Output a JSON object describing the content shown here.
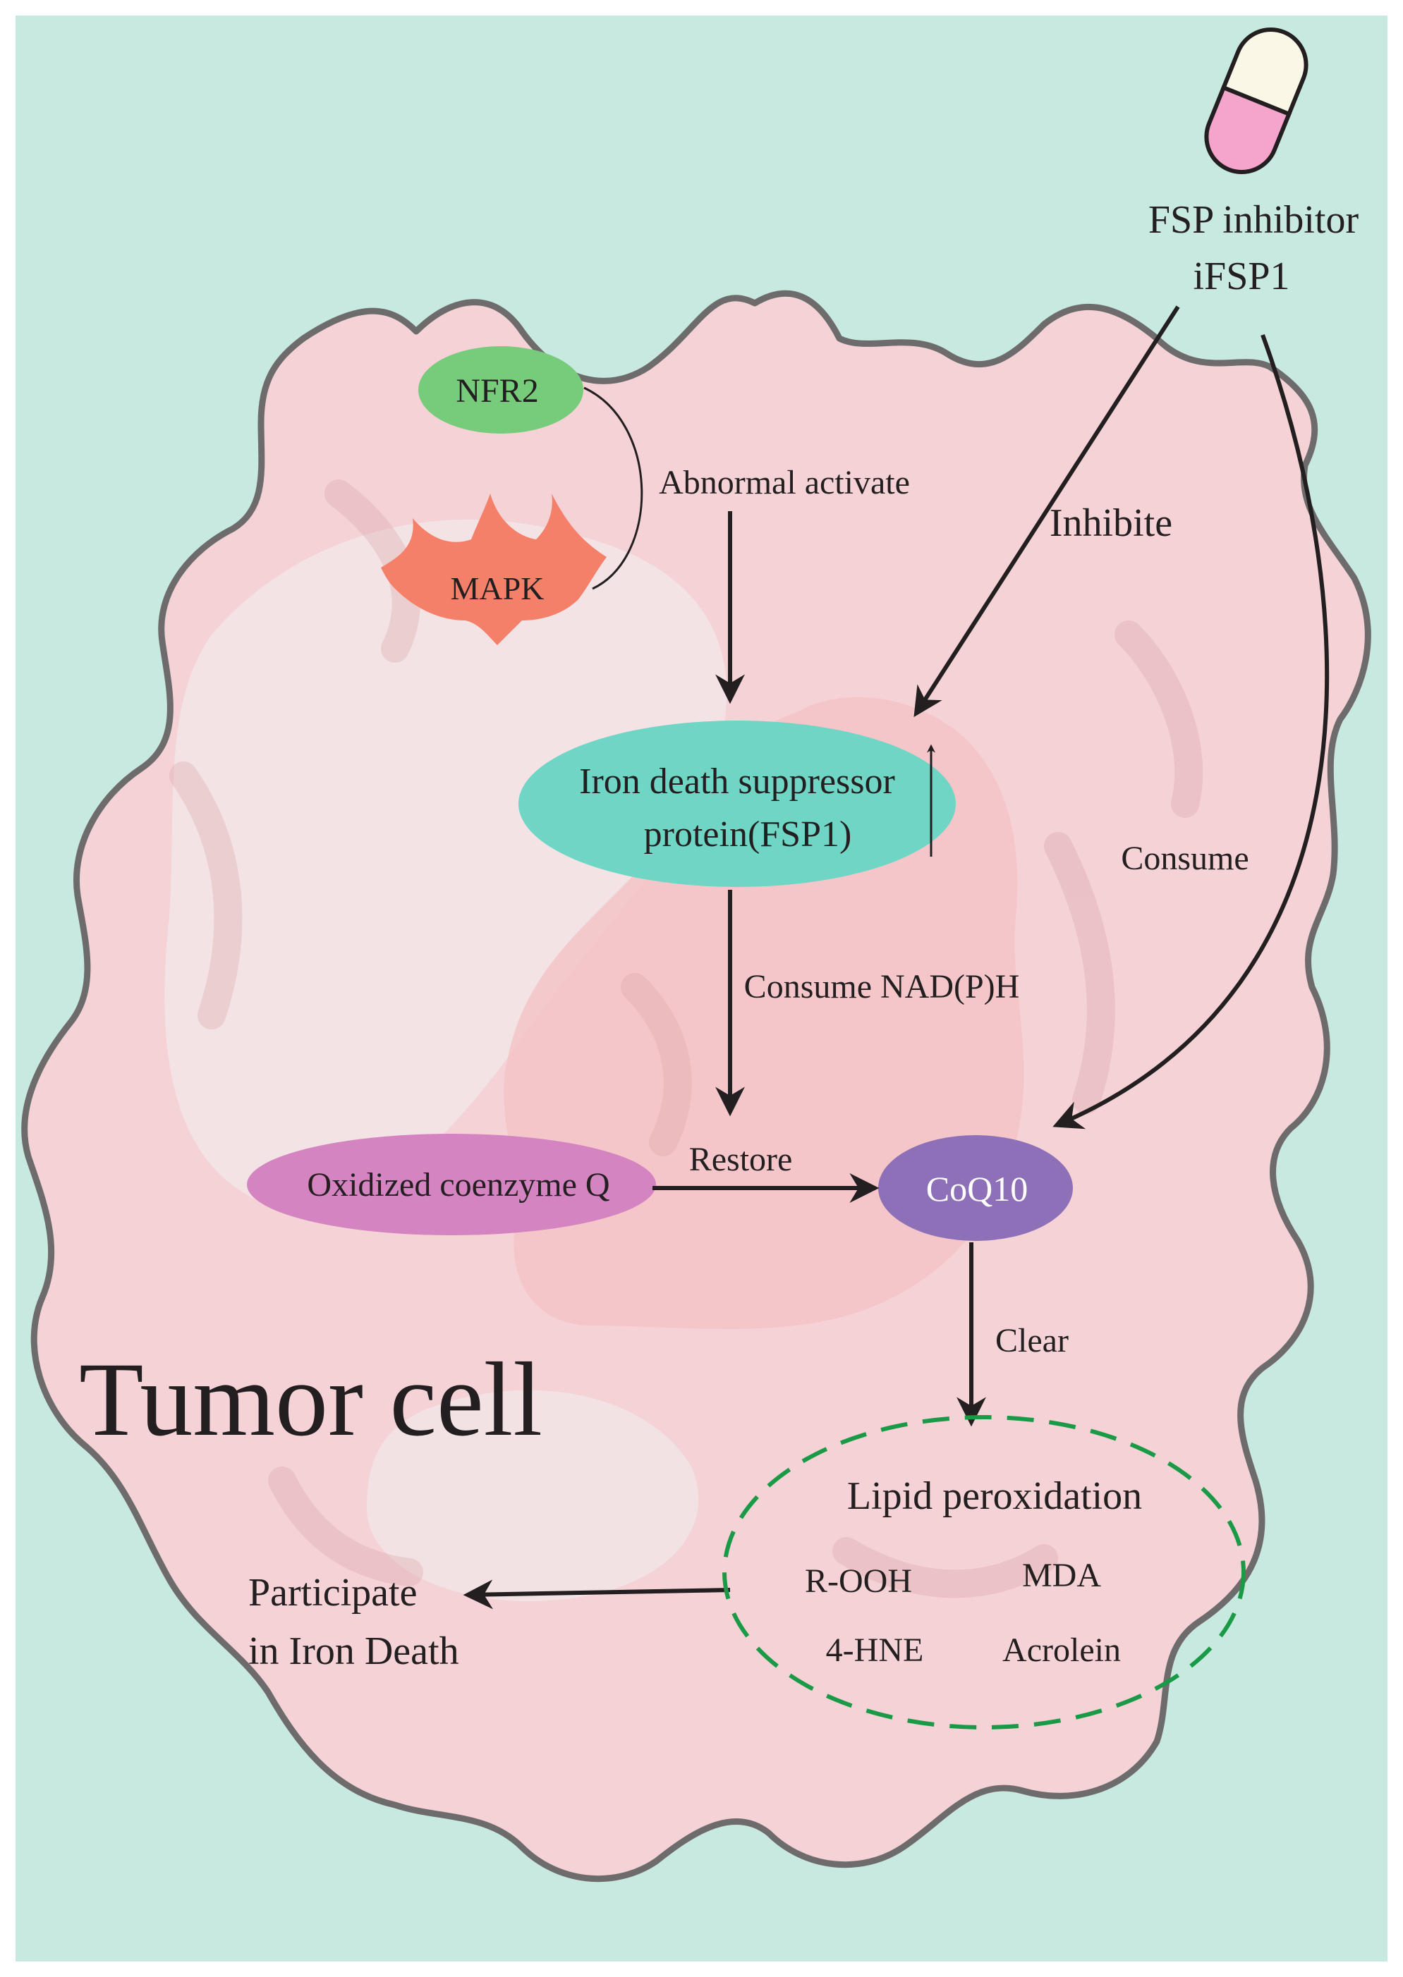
{
  "colors": {
    "background": "#c8e9e0",
    "cell_membrane": "#f4d2d5",
    "cell_outline": "#6d6b6b",
    "inner_region": "#f3c4c8",
    "light_region": "#f2e6e7",
    "nfr2": "#76cc7a",
    "mapk": "#f5806a",
    "fsp1": "#6fd6c5",
    "oxidized_q": "#d484c1",
    "coq10": "#8d70b8",
    "lipid_ring": "#1a9a46",
    "pill_top": "#fbf7e6",
    "pill_bottom": "#f5a5cc",
    "arrow": "#231f20"
  },
  "drug": {
    "icon": "pill-icon",
    "line1": "FSP inhibitor",
    "line2": "iFSP1"
  },
  "cell": {
    "label": "Tumor cell"
  },
  "nodes": {
    "nfr2": "NFR2",
    "mapk": "MAPK",
    "fsp1_line1": "Iron death suppressor",
    "fsp1_line2": "protein(FSP1)",
    "oxidized_q": "Oxidized coenzyme Q",
    "coq10": "CoQ10"
  },
  "edges": {
    "abnormal_activate": "Abnormal activate",
    "inhibite": "Inhibite",
    "consume": "Consume",
    "consume_nadph": "Consume NAD(P)H",
    "restore": "Restore",
    "clear": "Clear"
  },
  "lipid_peroxidation": {
    "title": "Lipid peroxidation",
    "items": [
      "R-OOH",
      "MDA",
      "4-HNE",
      "Acrolein"
    ]
  },
  "outcome": {
    "line1": "Participate",
    "line2": "in Iron Death"
  }
}
